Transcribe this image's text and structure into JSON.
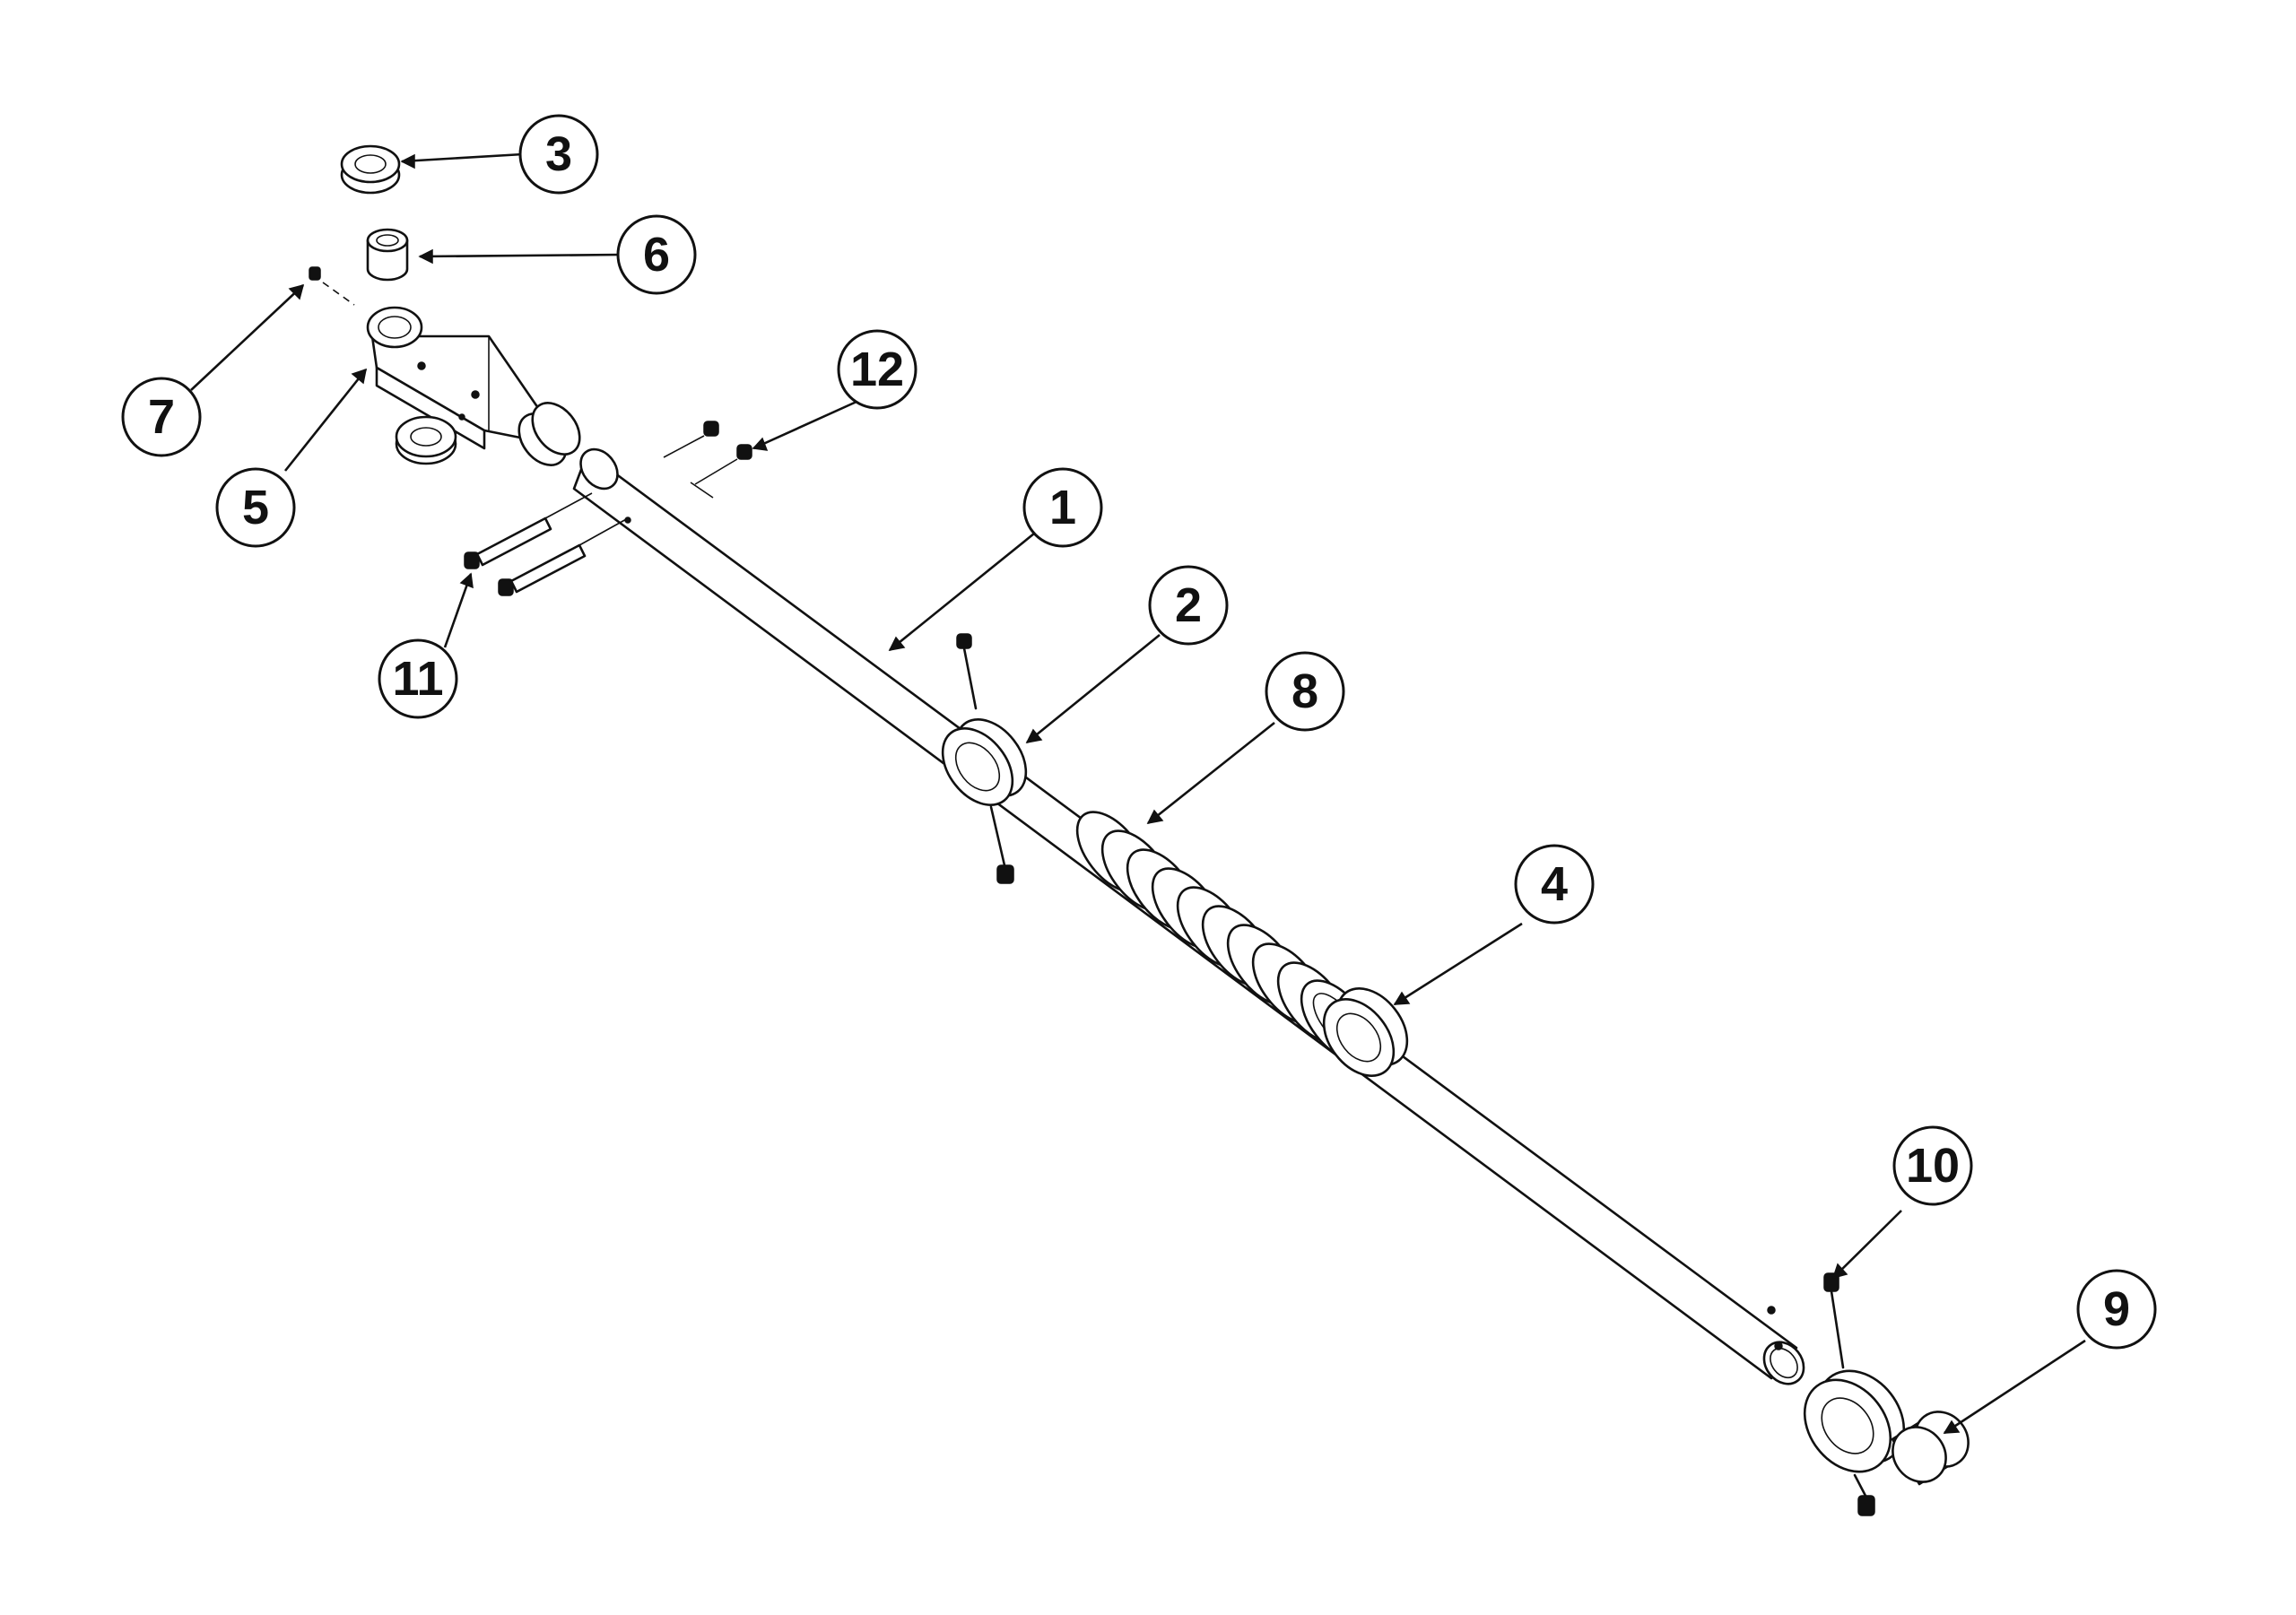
{
  "diagram": {
    "type": "exploded-assembly",
    "callouts": [
      {
        "id": "c1",
        "label": "1"
      },
      {
        "id": "c2",
        "label": "2"
      },
      {
        "id": "c3",
        "label": "3"
      },
      {
        "id": "c4",
        "label": "4"
      },
      {
        "id": "c5",
        "label": "5"
      },
      {
        "id": "c6",
        "label": "6"
      },
      {
        "id": "c7",
        "label": "7"
      },
      {
        "id": "c8",
        "label": "8"
      },
      {
        "id": "c9",
        "label": "9"
      },
      {
        "id": "c10",
        "label": "10"
      },
      {
        "id": "c11",
        "label": "11"
      },
      {
        "id": "c12",
        "label": "12"
      }
    ]
  }
}
